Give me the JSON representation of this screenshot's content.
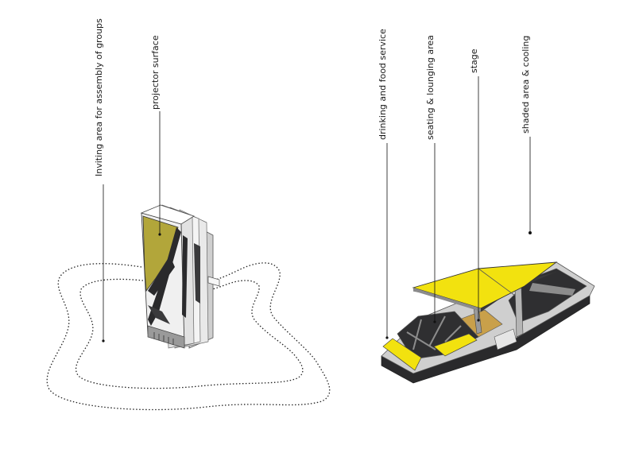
{
  "labels": {
    "assembly": "Inviting area for assembly of groups",
    "projector": "projector surface",
    "drinking": "drinking and food service",
    "seating": "seating  & lounging  area",
    "stage": "stage",
    "shaded": "shaded  area & cooling"
  },
  "colors": {
    "yellow": "#f2e20f",
    "olive": "#b2a63a",
    "dark": "#2a2a2c",
    "grey": "#8c8c8c",
    "light_grey": "#d9d9d9",
    "wood": "#c9a04a"
  }
}
